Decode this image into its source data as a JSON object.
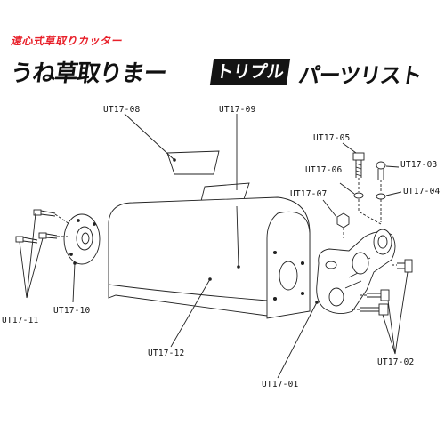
{
  "header": {
    "subtitle": "遠心式草取りカッター",
    "title": "うね草取りまー",
    "badge": "トリプル",
    "title_suffix": "パーツリスト"
  },
  "parts": [
    {
      "code": "UT17-08"
    },
    {
      "code": "UT17-09"
    },
    {
      "code": "UT17-05"
    },
    {
      "code": "UT17-06"
    },
    {
      "code": "UT17-03"
    },
    {
      "code": "UT17-07"
    },
    {
      "code": "UT17-04"
    },
    {
      "code": "UT17-11"
    },
    {
      "code": "UT17-10"
    },
    {
      "code": "UT17-12"
    },
    {
      "code": "UT17-01"
    },
    {
      "code": "UT17-02"
    }
  ],
  "colors": {
    "subtitle_red": "#e8202a",
    "badge_bg": "#141414",
    "line": "#222222"
  }
}
